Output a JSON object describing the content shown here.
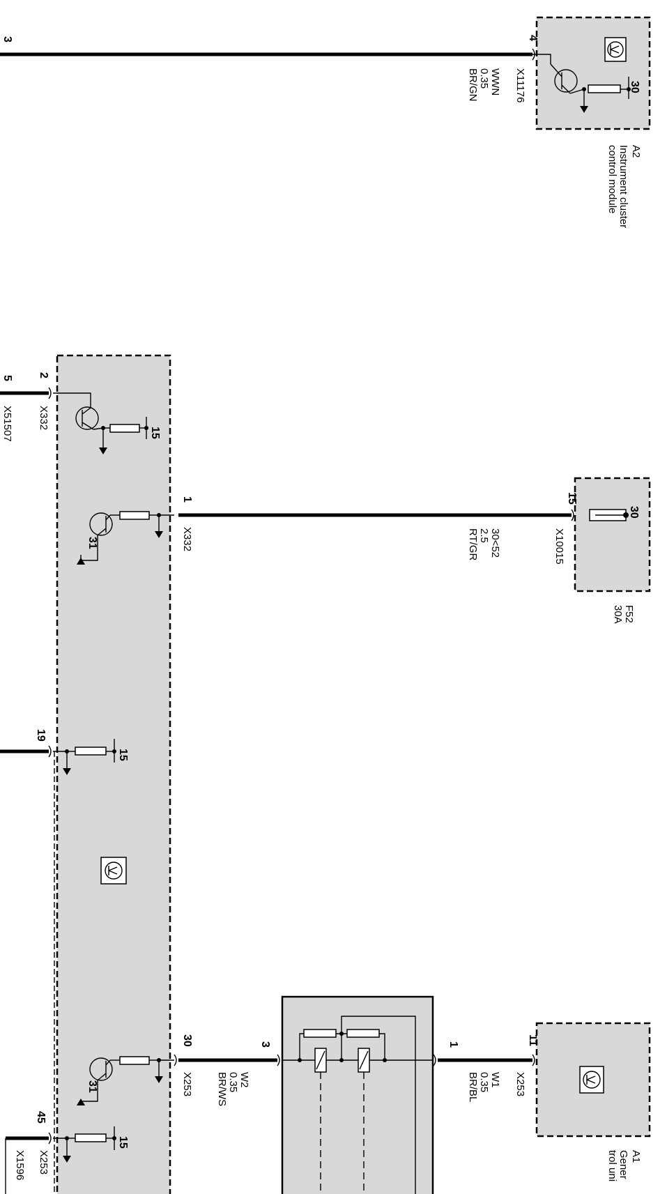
{
  "modules": {
    "a2": {
      "id": "A2",
      "name_line1": "Instrument cluster",
      "name_line2": "control module",
      "supply_pin": "30"
    },
    "f52": {
      "id": "F52",
      "rating": "30A",
      "supply_pin": "30"
    },
    "a1": {
      "id": "A1",
      "name_line1": "Gener",
      "name_line2": "trol uni"
    },
    "center": {
      "ground_pin_a": "31",
      "ground_pin_b": "31",
      "ign_pin_a": "15",
      "ign_pin_b": "15",
      "ign_pin_c": "15"
    }
  },
  "wires": {
    "w_a2": {
      "left_end": "3",
      "pin": "4",
      "connector": "X11176",
      "signal": "WWN",
      "gauge": "0.35",
      "color": "BR/GN"
    },
    "w_f52": {
      "left_pin": "1",
      "left_connector": "X332",
      "right_pin": "15",
      "right_connector": "X10015",
      "signal": "30<52",
      "gauge": "2.5",
      "color": "RT/GR"
    },
    "w_x332_2": {
      "left_end": "5",
      "pin": "2",
      "connector": "X332",
      "other_connector": "X51507"
    },
    "w_19": {
      "pin": "19"
    },
    "w_w2": {
      "pin_left": "30",
      "connector": "X253",
      "signal": "W2",
      "gauge": "0.35",
      "color": "BR/WS",
      "pin_right": "3"
    },
    "w_w1": {
      "pin_left": "1",
      "signal": "W1",
      "gauge": "0.35",
      "color": "BR/BL",
      "pin_right": "11",
      "connector": "X253"
    },
    "w_45": {
      "pin": "45",
      "connector": "X253",
      "other_connector": "X1596"
    }
  }
}
